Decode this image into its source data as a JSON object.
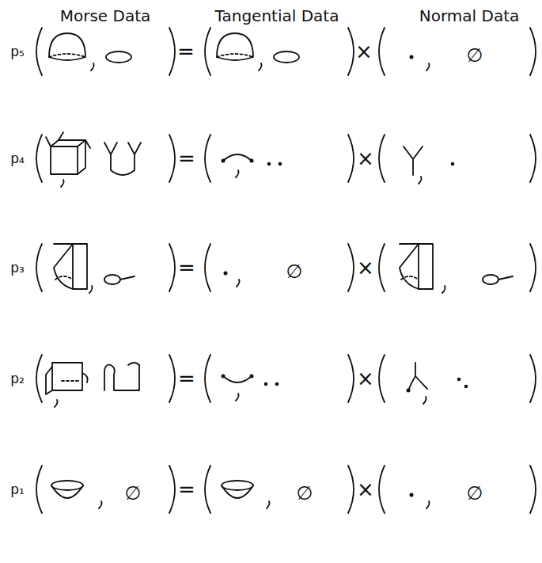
{
  "diagram": {
    "labels": [
      "Morse Data",
      "Tangential Data",
      "Normal Data",
      "p₅",
      "=",
      "×",
      "∅",
      "p₄",
      "=",
      "×",
      "p₃",
      "=",
      "∅",
      "×",
      "p₂",
      "=",
      "×",
      "p₁",
      "∅",
      "=",
      "∅",
      "×",
      "∅"
    ]
  }
}
